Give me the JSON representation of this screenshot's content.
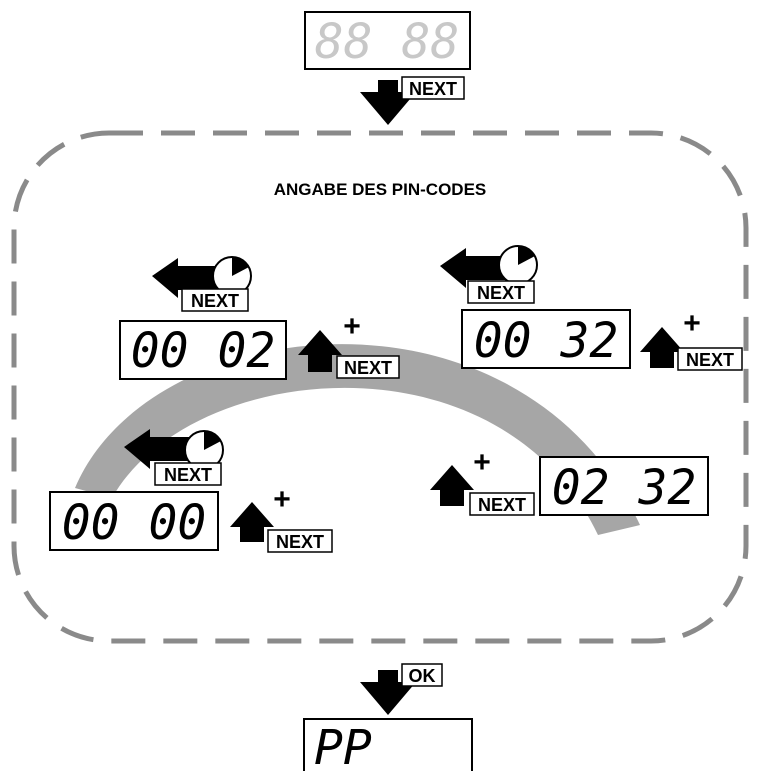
{
  "title": "ANGABE DES PIN-CODES",
  "display_top": "88 88",
  "display_bottom": "PP",
  "steps": [
    {
      "display": "00 00",
      "key": "NEXT",
      "plus": "+",
      "back": "NEXT"
    },
    {
      "display": "00 02",
      "key": "NEXT",
      "plus": "+",
      "back": "NEXT"
    },
    {
      "display": "00 32",
      "key": "NEXT",
      "plus": "+",
      "back": "NEXT"
    },
    {
      "display": "02 32",
      "key": "NEXT",
      "plus": "+"
    }
  ],
  "top_arrow_key": "NEXT",
  "bottom_arrow_key": "OK",
  "colors": {
    "outline": "#000000",
    "dashed_frame": "#8a8a8a",
    "band": "#a6a6a6",
    "ghost_segments": "#c8c8c8"
  }
}
